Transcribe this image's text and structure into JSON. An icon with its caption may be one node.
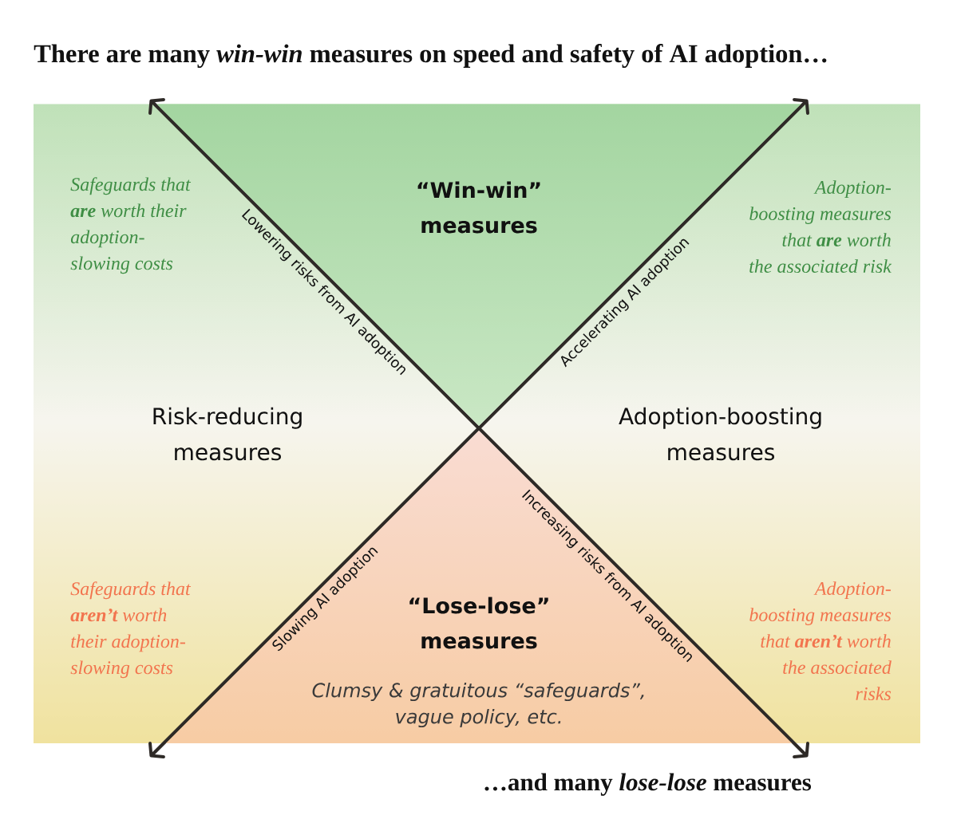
{
  "diagram": {
    "title": "There are many *win-win* measures on speed and safety of AI adoption…",
    "nodes": [
      {
        "text": [
          "“Win-win” measures"
        ]
      },
      {
        "text": [
          "“Lose-lose” measures",
          "Clumsy & gratuitous “safeguards”, vague policy, etc."
        ]
      }
    ],
    "labels": [
      "Safeguards that **are** worth their adoption-slowing costs",
      "Lowering risks from AI adoption",
      "Accelerating AI adoption",
      "Adoption-boosting measures that **are** worth the associated risk",
      "Risk-reducing measures",
      "Adoption-boosting measures",
      "Safeguards that **aren’t** worth their adoption-slowing costs",
      "Slowing AI adoption",
      "Increasing risks from AI adoption",
      "Adoption-boosting measures that **aren’t** worth the associated risks"
    ],
    "caption": "…and many *lose-lose* measures"
  }
}
